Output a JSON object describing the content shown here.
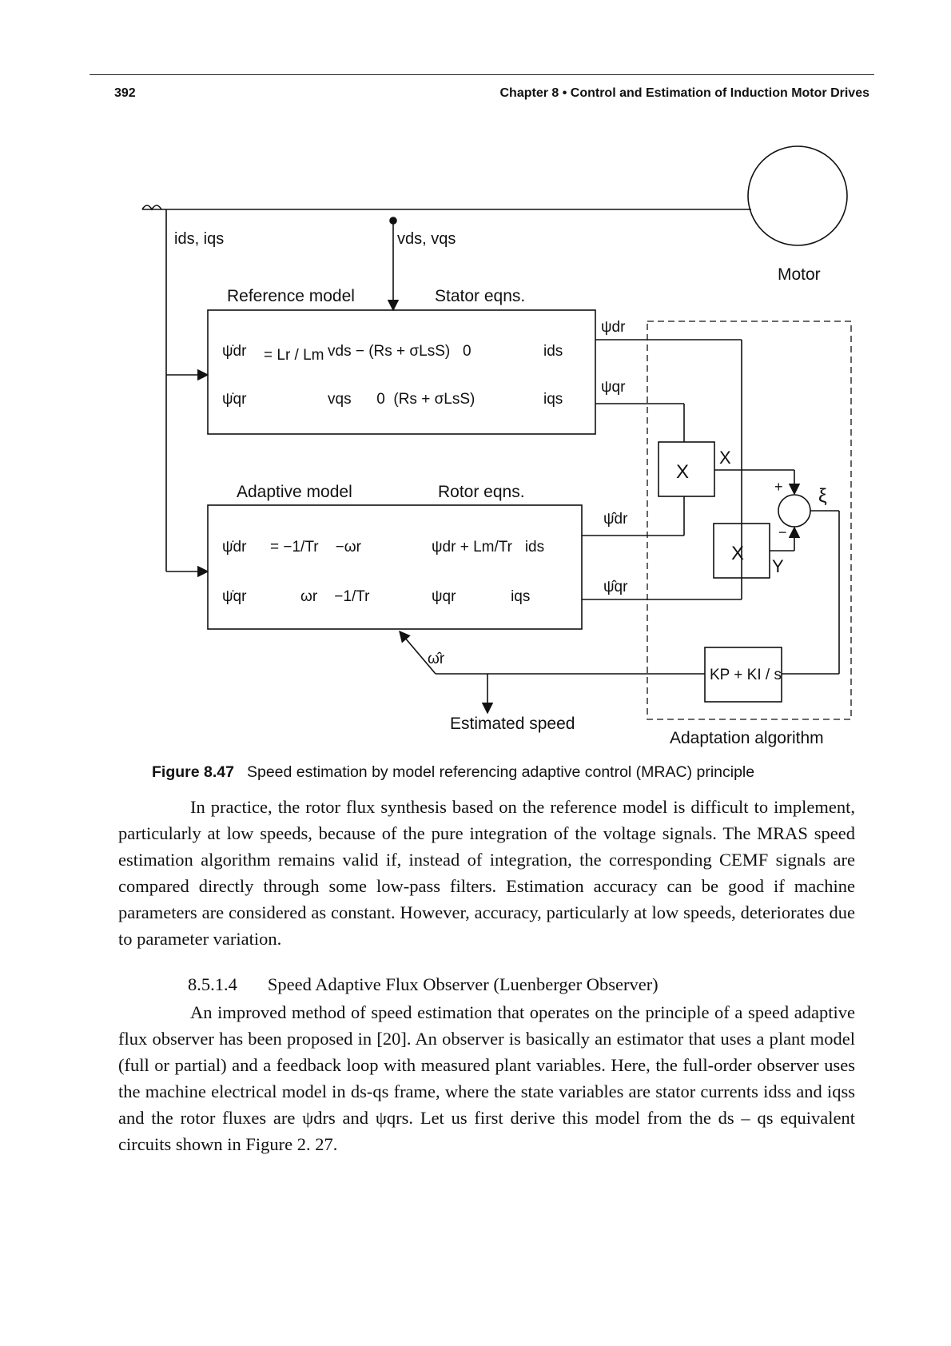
{
  "header": {
    "page_number": "392",
    "chapter_title": "Chapter 8 • Control and Estimation of Induction Motor Drives"
  },
  "figure": {
    "motor_label": "Motor",
    "stator_currents": "ids, iqs",
    "stator_voltages": "vds, vqs",
    "reference_model_label": "Reference model",
    "stator_eqns_label": "Stator eqns.",
    "adaptive_model_label": "Adaptive model",
    "rotor_eqns_label": "Rotor eqns.",
    "multiplier_x_label": "X",
    "multiplier_y_label": "Y",
    "error_label": "ξ",
    "pi_label": "KP + KI / s",
    "estimated_speed_label": "Estimated speed",
    "adaptation_label": "Adaptation algorithm",
    "sum_plus": "+",
    "sum_minus": "−"
  },
  "caption": {
    "number": "Figure 8.47",
    "text": "Speed estimation by model referencing adaptive control (MRAC) principle"
  },
  "paragraph1": "In practice, the rotor flux synthesis based on the reference model is difficult to implement, particularly at low speeds, because of the pure integration of the voltage signals. The MRAS speed estimation algorithm remains valid if, instead of integration, the corresponding CEMF signals are compared directly through some low-pass filters. Estimation accuracy can be good if machine parameters are considered as constant. However, accuracy, particularly at low speeds, deteriorates due to parameter variation.",
  "section": {
    "number": "8.5.1.4",
    "title": "Speed Adaptive Flux Observer (Luenberger Observer)"
  },
  "paragraph2": "An improved method of speed estimation that operates on the principle of a speed adaptive flux observer has been proposed in [20]. An observer is basically an estimator that uses a plant model (full or partial) and a feedback loop with measured plant variables. Here, the full-order observer uses the machine electrical model in ds-qs frame, where the state variables are stator currents idss and iqss and the rotor fluxes are ψdrs and ψqrs. Let us first derive this model from the ds – qs equivalent circuits shown in Figure 2. 27."
}
